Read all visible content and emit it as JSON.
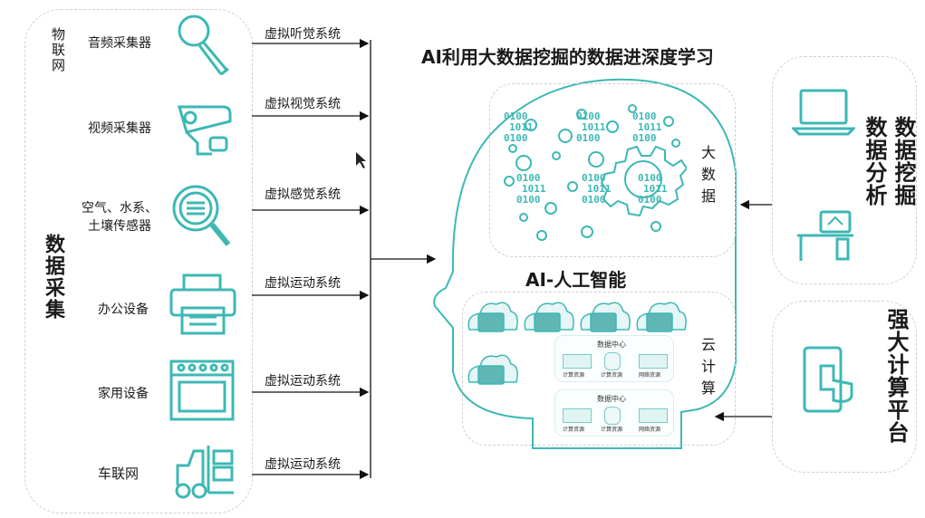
{
  "left": {
    "group_label": "物联网",
    "section_label": "数据采集",
    "devices": [
      {
        "name": "音频采集器",
        "icon": "microphone-icon"
      },
      {
        "name": "视频采集器",
        "icon": "camera-icon"
      },
      {
        "name": "空气、水系、土壤传感器",
        "line1": "空气、水系、",
        "line2": "土壤传感器",
        "icon": "sensor-magnifier-icon"
      },
      {
        "name": "办公设备",
        "icon": "printer-icon"
      },
      {
        "name": "家用设备",
        "icon": "oven-icon"
      },
      {
        "name": "车联网",
        "icon": "forklift-icon"
      }
    ]
  },
  "systems": [
    "虚拟听觉系统",
    "虚拟视觉系统",
    "虚拟感觉系统",
    "虚拟运动系统",
    "虚拟运动系统",
    "虚拟运动系统"
  ],
  "head": {
    "title": "AI利用大数据挖掘的数据进深度学习",
    "big_data_label": "大数据",
    "ai_label": "AI-人工智能",
    "cloud_label": "云计算",
    "binary_lines": [
      "0100",
      "1011",
      "0100"
    ],
    "datacenter_title": "数据中心",
    "datacenter_items": [
      "计算资源",
      "计算资源",
      "网络资源"
    ]
  },
  "right": {
    "mining_label": "数据挖掘",
    "analysis_label": "数据分析",
    "platform_label": "强大计算平台"
  },
  "colors": {
    "accent": "#3db8b5",
    "dash": "#cfcfcf"
  }
}
